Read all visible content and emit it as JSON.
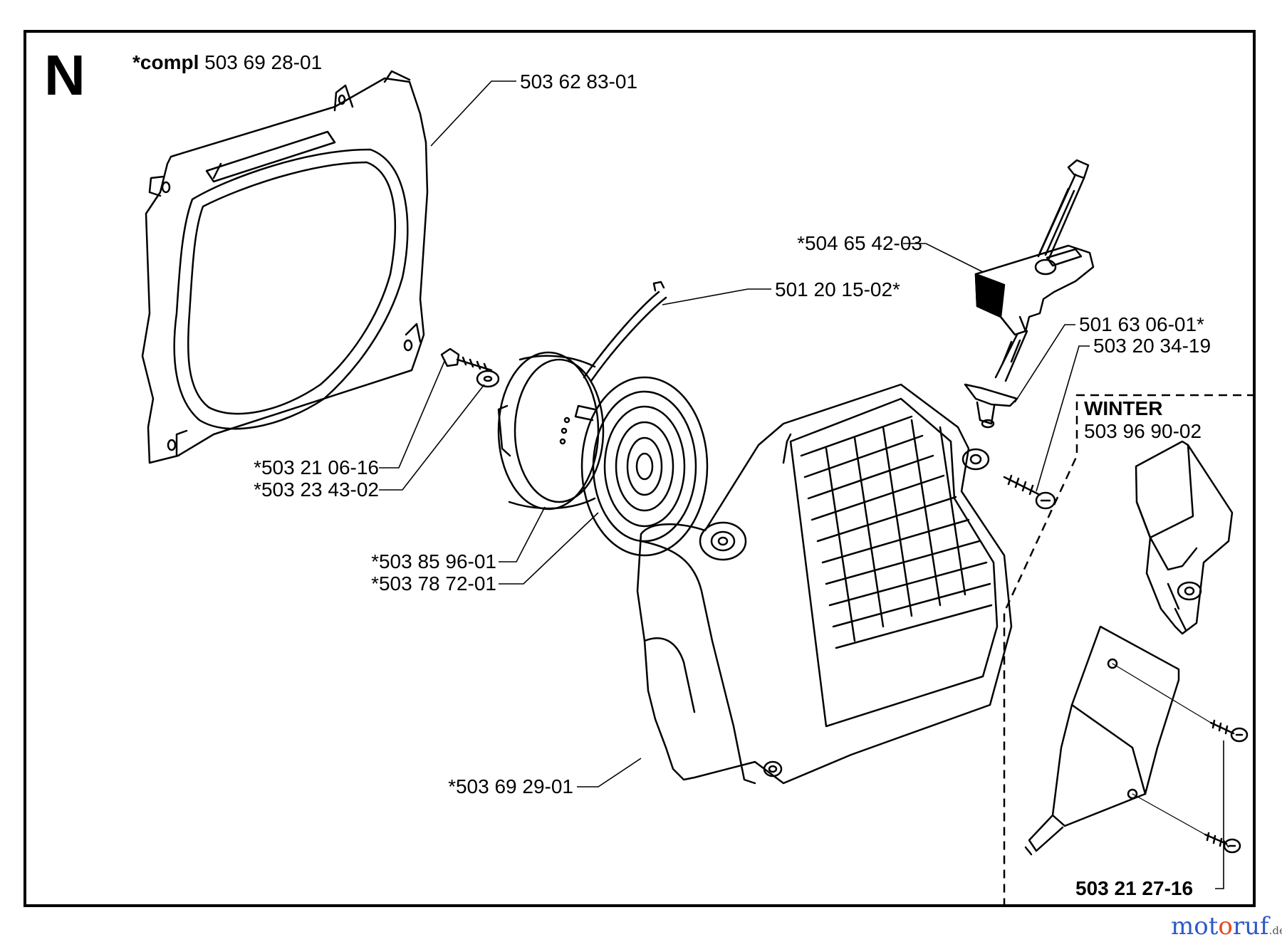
{
  "section": "N",
  "assembly": {
    "prefix": "*compl",
    "number": "503 69 28-01"
  },
  "parts": {
    "fan_housing": "503 62 83-01",
    "starter_handle": "*504 65 42-03",
    "starter_rope": "501 20 15-02*",
    "rope_guide": "501 63 06-01*",
    "guide_screw": "503 20 34-19",
    "screw": "*503 21 06-16",
    "washer": "*503 23 43-02",
    "pulley": "*503 85 96-01",
    "spring": "*503 78 72-01",
    "starter_cover": "*503 69 29-01"
  },
  "winter_kit": {
    "title": "WINTER",
    "number": "503 96 90-02",
    "screw_number": "503 21 27-16"
  },
  "watermark": {
    "part1": "mot",
    "part2": "o",
    "part3": "ruf",
    "tld": ".de"
  }
}
